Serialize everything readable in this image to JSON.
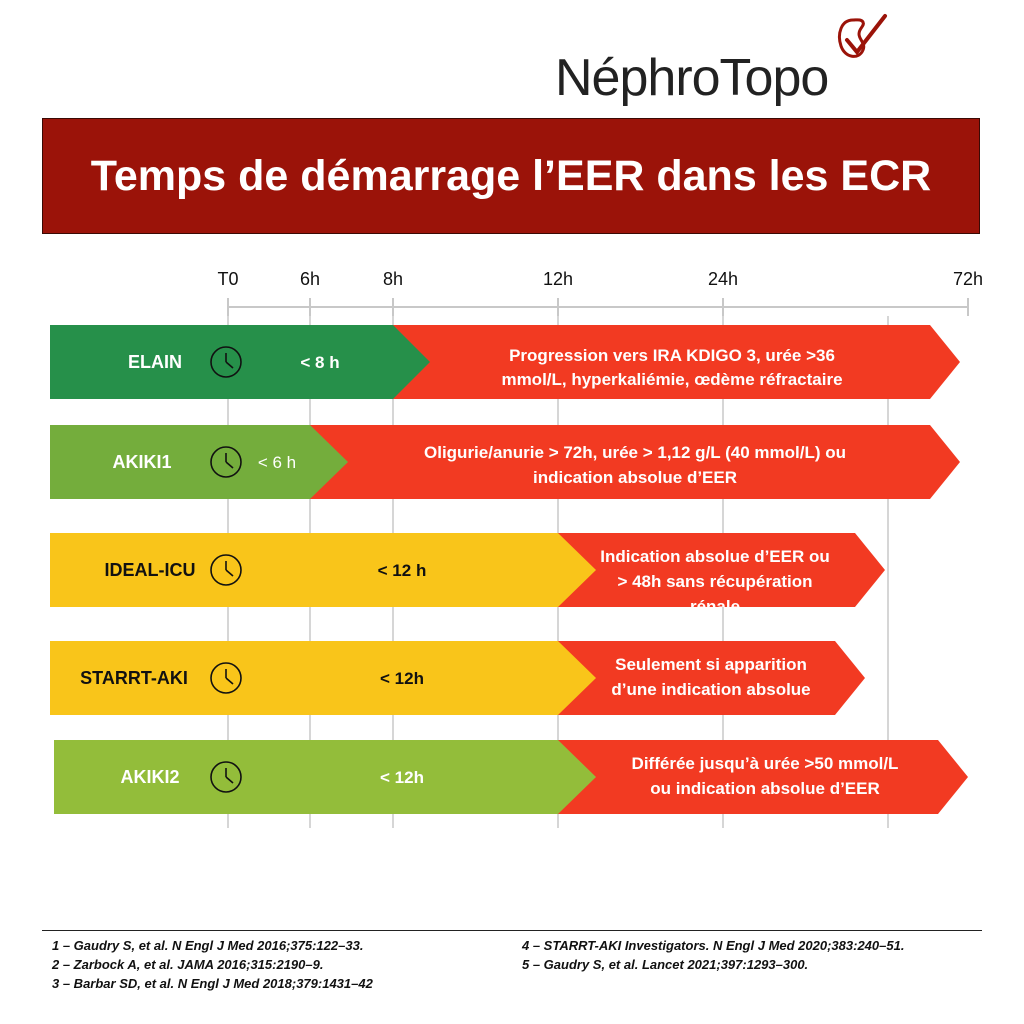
{
  "logo": {
    "text": "NéphroTopo"
  },
  "title": "Temps de démarrage l’EER dans les ECR",
  "colors": {
    "title_bg": "#9b1309",
    "red": "#f23a22",
    "dark_green": "#26904a",
    "green": "#74ad3c",
    "yellow": "#f9c51a",
    "lime": "#93bd3a"
  },
  "timeline": {
    "ticks": [
      "T0",
      "6h",
      "8h",
      "12h",
      "24h",
      "72h"
    ]
  },
  "trials": [
    {
      "name": "ELAIN",
      "window": "< 8 h",
      "criteria": [
        "Progression vers IRA KDIGO 3, urée >36",
        "mmol/L, hyperkaliémie, œdème réfractaire"
      ]
    },
    {
      "name": "AKIKI1",
      "window": "< 6 h",
      "criteria": [
        "Oligurie/anurie > 72h, urée > 1,12 g/L (40 mmol/L) ou",
        "indication absolue d’EER"
      ]
    },
    {
      "name": "IDEAL-ICU",
      "window": "< 12 h",
      "criteria": [
        "Indication absolue d’EER ou",
        "> 48h sans récupération",
        "rénale"
      ]
    },
    {
      "name": "STARRT-AKI",
      "window": "< 12h",
      "criteria": [
        "Seulement si apparition",
        "d’une indication absolue"
      ]
    },
    {
      "name": "AKIKI2",
      "window": "< 12h",
      "criteria": [
        "Différée jusqu’à urée >50 mmol/L",
        "ou indication absolue d’EER"
      ]
    }
  ],
  "references": {
    "left": [
      "1 – Gaudry S, et al. N Engl J Med 2016;375:122–33.",
      "2 – Zarbock A, et al. JAMA 2016;315:2190–9.",
      "3 – Barbar SD, et al. N Engl J Med 2018;379:1431–42"
    ],
    "right": [
      "4 – STARRT-AKI Investigators. N Engl J Med 2020;383:240–51.",
      "5 – Gaudry S, et al. Lancet 2021;397:1293–300."
    ]
  }
}
